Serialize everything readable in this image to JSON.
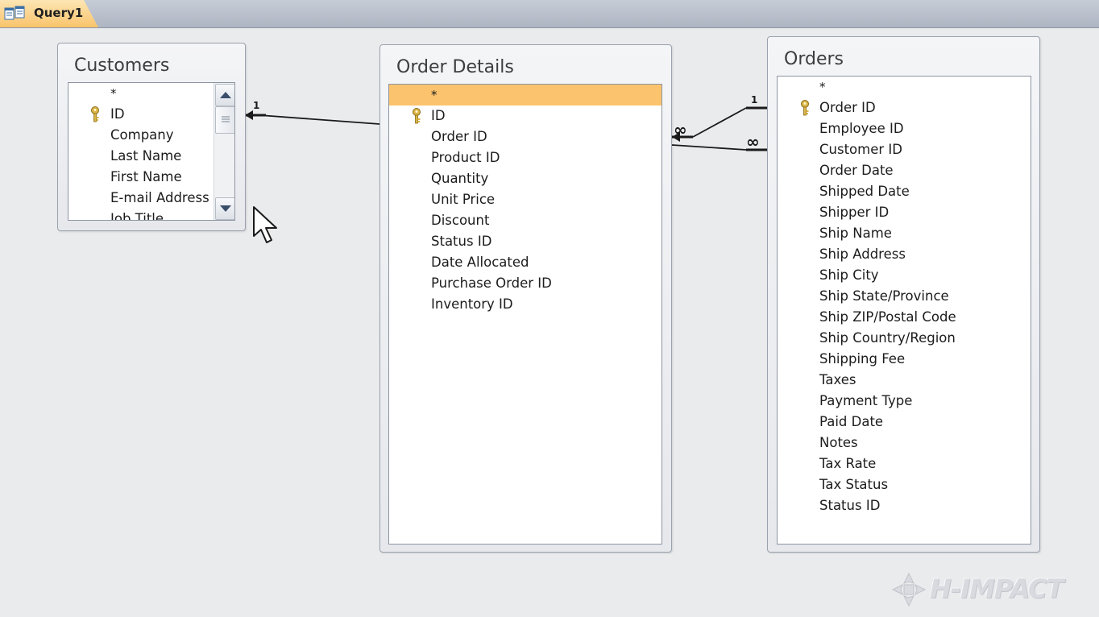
{
  "tab": {
    "label": "Query1",
    "icon": "query-icon"
  },
  "tables": {
    "customers": {
      "title": "Customers",
      "fields": [
        "*",
        "ID",
        "Company",
        "Last Name",
        "First Name",
        "E-mail Address",
        "Job Title"
      ],
      "key_field": "ID"
    },
    "order_details": {
      "title": "Order Details",
      "fields": [
        "*",
        "ID",
        "Order ID",
        "Product ID",
        "Quantity",
        "Unit Price",
        "Discount",
        "Status ID",
        "Date Allocated",
        "Purchase Order ID",
        "Inventory ID"
      ],
      "key_field": "ID",
      "selected_field": "*"
    },
    "orders": {
      "title": "Orders",
      "fields": [
        "*",
        "Order ID",
        "Employee ID",
        "Customer ID",
        "Order Date",
        "Shipped Date",
        "Shipper ID",
        "Ship Name",
        "Ship Address",
        "Ship City",
        "Ship State/Province",
        "Ship ZIP/Postal Code",
        "Ship Country/Region",
        "Shipping Fee",
        "Taxes",
        "Payment Type",
        "Paid Date",
        "Notes",
        "Tax Rate",
        "Tax Status",
        "Status ID"
      ],
      "key_field": "Order ID"
    }
  },
  "relationships": {
    "customers_orderdetails": {
      "one": "1"
    },
    "orderdetails_orders_a": {
      "one": "1",
      "many": "∞"
    },
    "orderdetails_orders_b": {
      "many": "∞"
    }
  },
  "watermark": {
    "text": "H-IMPACT"
  },
  "colors": {
    "selected_row": "#fbc36d",
    "tab_active": "#f9c46b",
    "key_icon": "#c8a23a"
  }
}
